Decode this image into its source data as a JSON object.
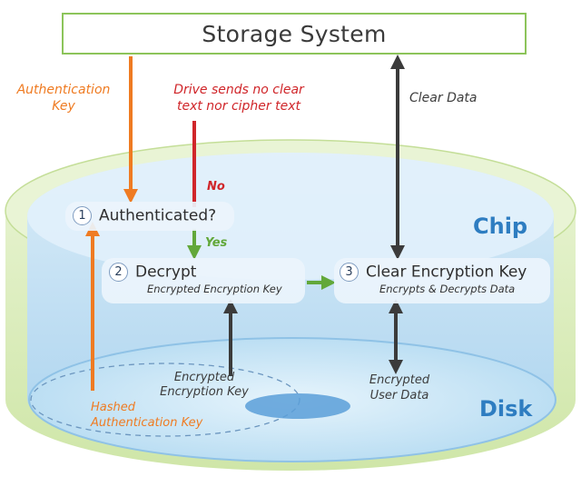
{
  "diagram": {
    "storage_system": "Storage System",
    "authentication_key": "Authentication\nKey",
    "drive_note": "Drive sends no clear\ntext nor cipher text",
    "no_label": "No",
    "yes_label": "Yes",
    "clear_data": "Clear Data",
    "chip_label": "Chip",
    "disk_label": "Disk",
    "steps": [
      {
        "number": "1",
        "title": "Authenticated?",
        "subtitle": ""
      },
      {
        "number": "2",
        "title": "Decrypt",
        "subtitle": "Encrypted Encryption Key"
      },
      {
        "number": "3",
        "title": "Clear Encryption Key",
        "subtitle": "Encrypts & Decrypts Data"
      }
    ],
    "encrypted_encryption_key": "Encrypted\nEncryption Key",
    "encrypted_user_data": "Encrypted\nUser Data",
    "hashed_authentication_key": "Hashed\nAuthentication Key"
  },
  "colors": {
    "orange": "#ef7b22",
    "red": "#d0262a",
    "green": "#62a83a",
    "dark_arrow": "#3b3b3b",
    "chip_blue": "#2e7dc1",
    "storage_border": "#8cc45a"
  }
}
